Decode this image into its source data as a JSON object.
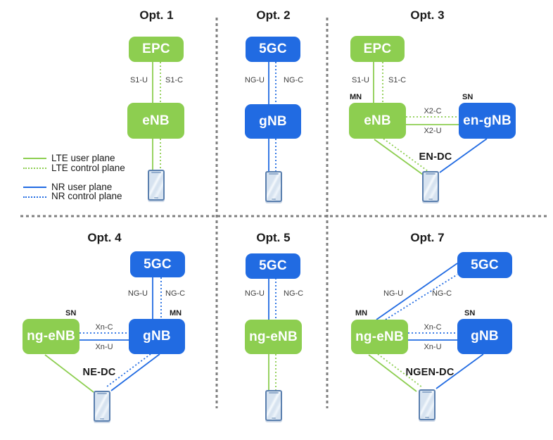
{
  "colors": {
    "lte_green": "#8DCE50",
    "nr_blue": "#216BE2",
    "divider_gray": "#7F7F7F",
    "text_dark": "#1A1A1A",
    "label_gray": "#3D3D3D",
    "phone_frame": "#5A7FAE",
    "phone_screen": "#D7E3F0"
  },
  "legend": {
    "lte_user": "LTE user plane",
    "lte_control": "LTE control plane",
    "nr_user": "NR user plane",
    "nr_control": "NR control plane"
  },
  "opt1": {
    "title": "Opt. 1",
    "core": "EPC",
    "ran": "eNB",
    "user_link": "S1-U",
    "control_link": "S1-C"
  },
  "opt2": {
    "title": "Opt. 2",
    "core": "5GC",
    "ran": "gNB",
    "user_link": "NG-U",
    "control_link": "NG-C"
  },
  "opt3": {
    "title": "Opt. 3",
    "core": "EPC",
    "mn": "eNB",
    "sn": "en-gNB",
    "mn_role": "MN",
    "sn_role": "SN",
    "user_link": "S1-U",
    "control_link": "S1-C",
    "x_control": "X2-C",
    "x_user": "X2-U",
    "dc": "EN-DC"
  },
  "opt4": {
    "title": "Opt. 4",
    "core": "5GC",
    "mn": "gNB",
    "sn": "ng-eNB",
    "mn_role": "MN",
    "sn_role": "SN",
    "user_link": "NG-U",
    "control_link": "NG-C",
    "x_control": "Xn-C",
    "x_user": "Xn-U",
    "dc": "NE-DC"
  },
  "opt5": {
    "title": "Opt. 5",
    "core": "5GC",
    "ran": "ng-eNB",
    "user_link": "NG-U",
    "control_link": "NG-C"
  },
  "opt7": {
    "title": "Opt. 7",
    "core": "5GC",
    "mn": "ng-eNB",
    "sn": "gNB",
    "mn_role": "MN",
    "sn_role": "SN",
    "user_link": "NG-U",
    "control_link": "NG-C",
    "x_control": "Xn-C",
    "x_user": "Xn-U",
    "dc": "NGEN-DC"
  }
}
